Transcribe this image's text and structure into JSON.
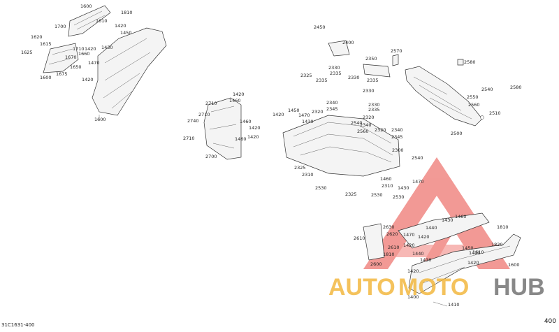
{
  "footer": {
    "drawing_code": "31C1631-400",
    "page_number": "400"
  },
  "watermark": {
    "brand_left": "AUTO",
    "brand_mid": "MOTO",
    "brand_right": "HUB",
    "color_red": "#e8473f",
    "color_gold": "#f2b434",
    "color_gray": "#6b6b6b"
  },
  "callouts": [
    "1600",
    "1610",
    "1810",
    "1450",
    "1420",
    "1700",
    "1620",
    "1615",
    "1625",
    "1710",
    "1420",
    "1430",
    "1670",
    "1660",
    "1470",
    "1650",
    "1675",
    "1600",
    "1420",
    "1600",
    "2450",
    "2400",
    "2570",
    "2350",
    "2580",
    "2330",
    "2335",
    "2325",
    "2330",
    "2335",
    "2330",
    "2335",
    "2540",
    "2550",
    "2560",
    "2510",
    "2500",
    "2580",
    "1420",
    "1460",
    "2710",
    "1420",
    "1450",
    "1470",
    "2710",
    "2740",
    "1430",
    "1460",
    "1420",
    "2710",
    "1460",
    "1420",
    "2700",
    "2340",
    "2345",
    "2330",
    "2320",
    "2335",
    "2320",
    "2540",
    "2340",
    "2560",
    "2320",
    "2340",
    "2345",
    "2300",
    "2540",
    "2325",
    "2310",
    "2530",
    "1460",
    "2310",
    "1470",
    "1430",
    "2325",
    "2530",
    "2530",
    "2630",
    "2620",
    "1470",
    "1440",
    "1430",
    "1460",
    "1810",
    "1420",
    "2610",
    "1420",
    "1450",
    "2610",
    "1440",
    "1430",
    "1610",
    "1820",
    "1420",
    "2600",
    "1420",
    "1810",
    "1420",
    "1400",
    "1410",
    "1600"
  ]
}
